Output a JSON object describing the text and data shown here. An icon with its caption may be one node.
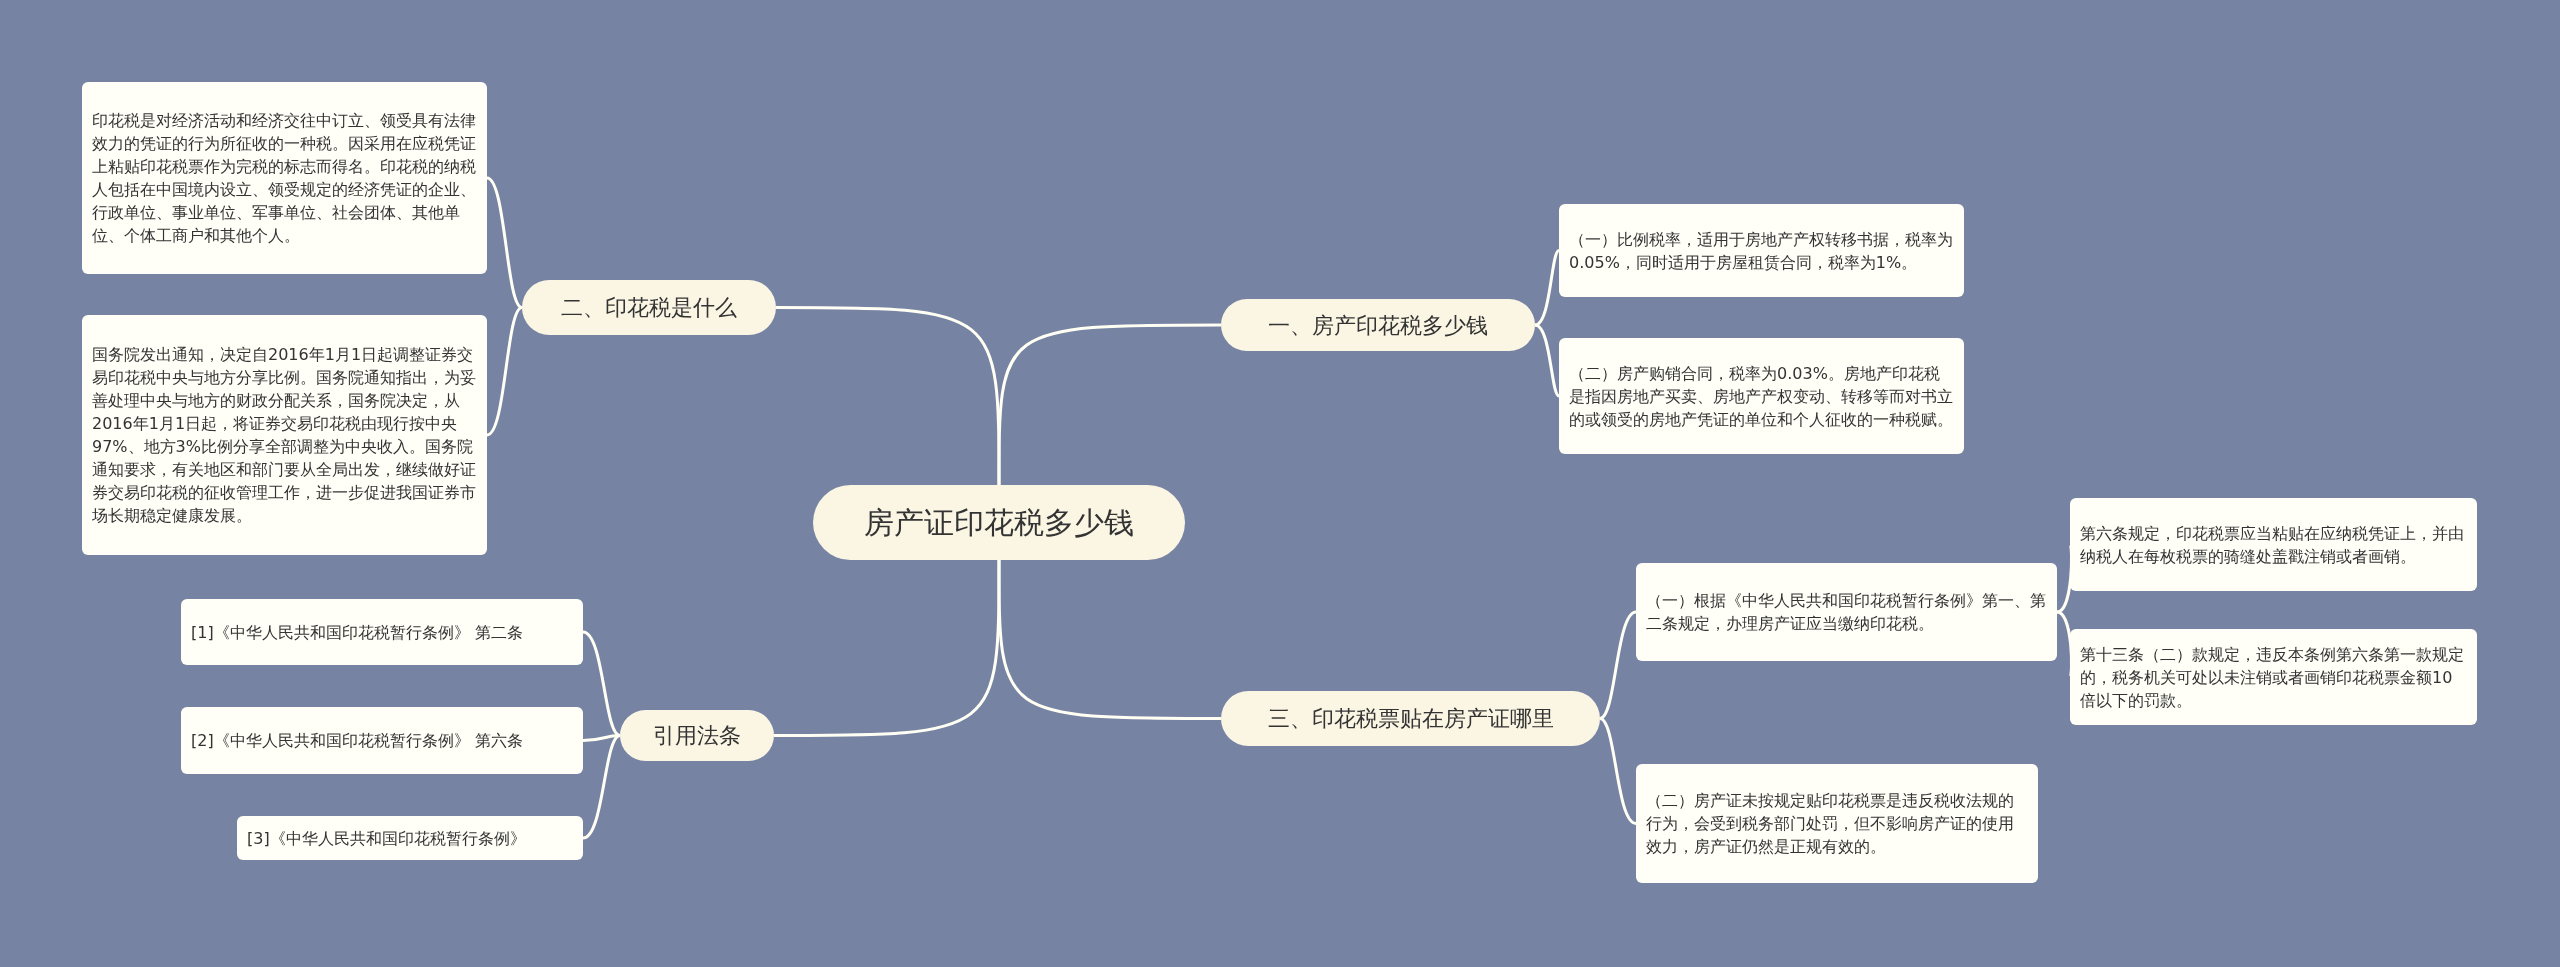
{
  "diagram": {
    "nodes": [
      {
        "text": [
          "房产证印花税多少钱"
        ]
      },
      {
        "text": [
          "一、房产印花税多少钱"
        ]
      },
      {
        "text": [
          "（一）比例税率，适用于房地产产权转移书据，税率为0.05%，同时适用于房屋租赁合同，税率为1%。"
        ]
      },
      {
        "text": [
          "（二）房产购销合同，税率为0.03%。房地产印花税是指因房地产买卖、房地产产权变动、转移等而对书立的或领受的房地产凭证的单位和个人征收的一种税赋。"
        ]
      },
      {
        "text": [
          "二、印花税是什么"
        ]
      },
      {
        "text": [
          "印花税是对经济活动和经济交往中订立、领受具有法律效力的凭证的行为所征收的一种税。因采用在应税凭证上粘贴印花税票作为完税的标志而得名。印花税的纳税人包括在中国境内设立、领受规定的经济凭证的企业、行政单位、事业单位、军事单位、社会团体、其他单位、个体工商户和其他个人。"
        ]
      },
      {
        "text": [
          "国务院发出通知，决定自2016年1月1日起调整证券交易印花税中央与地方分享比例。国务院通知指出，为妥善处理中央与地方的财政分配关系，国务院决定，从2016年1月1日起，将证券交易印花税由现行按中央97%、地方3%比例分享全部调整为中央收入。国务院通知要求，有关地区和部门要从全局出发，继续做好证券交易印花税的征收管理工作，进一步促进我国证券市场长期稳定健康发展。"
        ]
      },
      {
        "text": [
          "三、印花税票贴在房产证哪里"
        ]
      },
      {
        "text": [
          "（一）根据《中华人民共和国印花税暂行条例》第一、第二条规定，办理房产证应当缴纳印花税。"
        ]
      },
      {
        "text": [
          "第六条规定，印花税票应当粘贴在应纳税凭证上，并由纳税人在每枚税票的骑缝处盖戳注销或者画销。"
        ]
      },
      {
        "text": [
          "第十三条（二）款规定，违反本条例第六条第一款规定的，税务机关可处以未注销或者画销印花税票金额10倍以下的罚款。"
        ]
      },
      {
        "text": [
          "（二）房产证未按规定贴印花税票是违反税收法规的行为，会受到税务部门处罚，但不影响房产证的使用效力，房产证仍然是正规有效的。"
        ]
      },
      {
        "text": [
          "引用法条"
        ]
      },
      {
        "text": [
          "[1]《中华人民共和国印花税暂行条例》 第二条"
        ]
      },
      {
        "text": [
          "[2]《中华人民共和国印花税暂行条例》 第六条"
        ]
      },
      {
        "text": [
          "[3]《中华人民共和国印花税暂行条例》"
        ]
      }
    ],
    "edges": [
      {
        "from": 0,
        "to": 1,
        "arrow": "none"
      },
      {
        "from": 1,
        "to": 2,
        "arrow": "none"
      },
      {
        "from": 1,
        "to": 3,
        "arrow": "none"
      },
      {
        "from": 0,
        "to": 4,
        "arrow": "none"
      },
      {
        "from": 4,
        "to": 5,
        "arrow": "none"
      },
      {
        "from": 4,
        "to": 6,
        "arrow": "none"
      },
      {
        "from": 0,
        "to": 7,
        "arrow": "none"
      },
      {
        "from": 7,
        "to": 8,
        "arrow": "none"
      },
      {
        "from": 8,
        "to": 9,
        "arrow": "none"
      },
      {
        "from": 8,
        "to": 10,
        "arrow": "none"
      },
      {
        "from": 7,
        "to": 11,
        "arrow": "none"
      },
      {
        "from": 0,
        "to": 12,
        "arrow": "none"
      },
      {
        "from": 12,
        "to": 13,
        "arrow": "none"
      },
      {
        "from": 12,
        "to": 14,
        "arrow": "none"
      },
      {
        "from": 12,
        "to": 15,
        "arrow": "none"
      }
    ]
  }
}
